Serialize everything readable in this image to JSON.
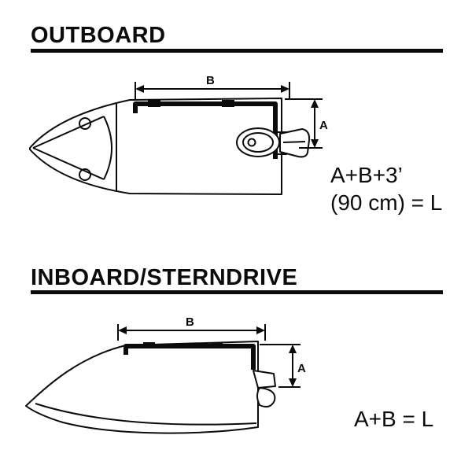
{
  "page": {
    "background_color": "#ffffff",
    "line_color": "#0b0b0b"
  },
  "outboard": {
    "title": "OUTBOARD",
    "dim_b_label": "B",
    "dim_a_label": "A",
    "formula_line1": "A+B+3’",
    "formula_line2": "(90 cm) = L"
  },
  "inboard": {
    "title": "INBOARD/STERNDRIVE",
    "dim_b_label": "B",
    "dim_a_label": "A",
    "formula": "A+B  = L"
  }
}
